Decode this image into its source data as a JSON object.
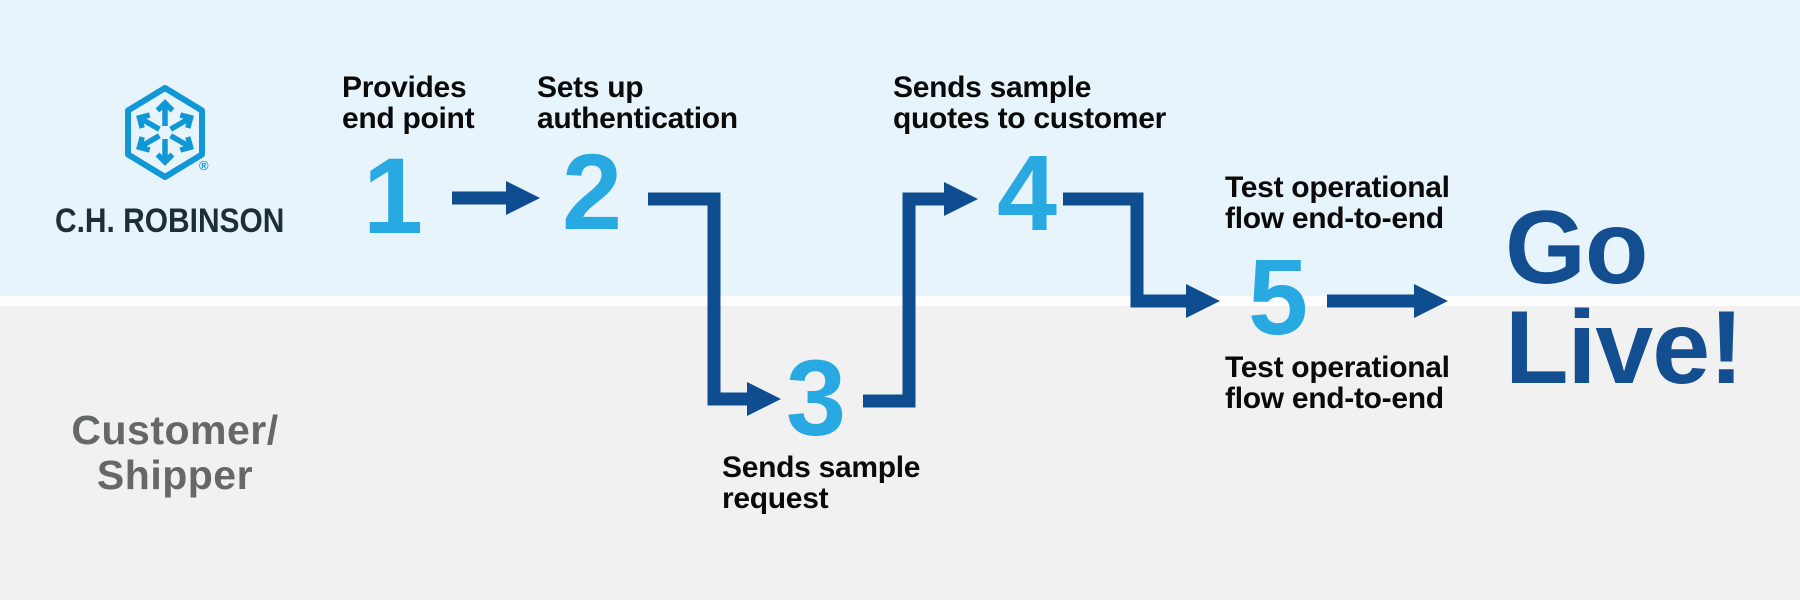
{
  "brand": {
    "name": "C.H. ROBINSON",
    "registered_mark": "®",
    "logo_icon": "hexagon-arrows-logo"
  },
  "lanes": {
    "top": {
      "actor": "C.H. Robinson"
    },
    "customer": {
      "label_lines": [
        "Customer/",
        "Shipper"
      ]
    }
  },
  "steps": [
    {
      "number": "1",
      "label_lines": [
        "Provides",
        "end point"
      ],
      "lane": "top"
    },
    {
      "number": "2",
      "label_lines": [
        "Sets up",
        "authentication"
      ],
      "lane": "top"
    },
    {
      "number": "3",
      "label_lines": [
        "Sends sample",
        "request"
      ],
      "lane": "bottom"
    },
    {
      "number": "4",
      "label_lines": [
        "Sends sample",
        "quotes to customer"
      ],
      "lane": "top"
    },
    {
      "number": "5",
      "label_top_lines": [
        "Test operational",
        "flow end-to-end"
      ],
      "label_bottom_lines": [
        "Test operational",
        "flow end-to-end"
      ],
      "lane": "boundary"
    }
  ],
  "finale": {
    "lines": [
      "Go",
      "Live!"
    ]
  },
  "colors": {
    "lane_top_bg": "#e8f4fb",
    "lane_bottom_bg": "#f0f1f0",
    "divider": "#ffffff",
    "step_number": "#29a9e2",
    "arrow": "#0e4d8f",
    "go_live": "#134f90",
    "label": "#0a0a0a",
    "customer_label": "#666767",
    "brand_text": "#1e2d3a",
    "logo_blue": "#1098d6"
  }
}
